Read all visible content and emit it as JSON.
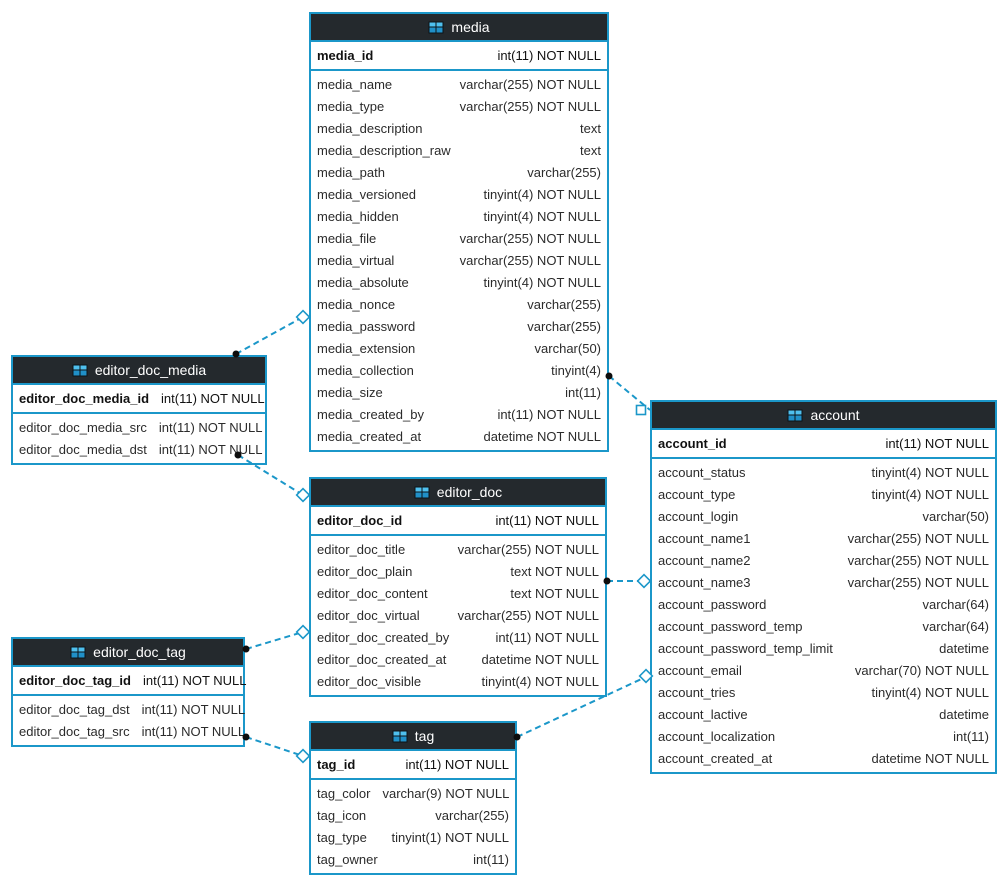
{
  "colors": {
    "accent": "#1b97c9",
    "header_bg": "#24292d",
    "header_text": "#ffffff",
    "row_text": "#2b2b2b",
    "endpoint_dot": "#0d0d0d",
    "endpoint_fill": "#ffffff"
  },
  "tables": [
    {
      "name": "media",
      "icon": "table-icon",
      "pk": {
        "name": "media_id",
        "type": "int(11) NOT NULL"
      },
      "columns": [
        {
          "name": "media_name",
          "type": "varchar(255) NOT NULL"
        },
        {
          "name": "media_type",
          "type": "varchar(255) NOT NULL"
        },
        {
          "name": "media_description",
          "type": "text"
        },
        {
          "name": "media_description_raw",
          "type": "text"
        },
        {
          "name": "media_path",
          "type": "varchar(255)"
        },
        {
          "name": "media_versioned",
          "type": "tinyint(4) NOT NULL"
        },
        {
          "name": "media_hidden",
          "type": "tinyint(4) NOT NULL"
        },
        {
          "name": "media_file",
          "type": "varchar(255) NOT NULL"
        },
        {
          "name": "media_virtual",
          "type": "varchar(255) NOT NULL"
        },
        {
          "name": "media_absolute",
          "type": "tinyint(4) NOT NULL"
        },
        {
          "name": "media_nonce",
          "type": "varchar(255)"
        },
        {
          "name": "media_password",
          "type": "varchar(255)"
        },
        {
          "name": "media_extension",
          "type": "varchar(50)"
        },
        {
          "name": "media_collection",
          "type": "tinyint(4)"
        },
        {
          "name": "media_size",
          "type": "int(11)"
        },
        {
          "name": "media_created_by",
          "type": "int(11) NOT NULL"
        },
        {
          "name": "media_created_at",
          "type": "datetime NOT NULL"
        }
      ]
    },
    {
      "name": "editor_doc_media",
      "icon": "table-icon",
      "pk": {
        "name": "editor_doc_media_id",
        "type": "int(11) NOT NULL"
      },
      "columns": [
        {
          "name": "editor_doc_media_src",
          "type": "int(11) NOT NULL"
        },
        {
          "name": "editor_doc_media_dst",
          "type": "int(11) NOT NULL"
        }
      ]
    },
    {
      "name": "account",
      "icon": "table-icon",
      "pk": {
        "name": "account_id",
        "type": "int(11) NOT NULL"
      },
      "columns": [
        {
          "name": "account_status",
          "type": "tinyint(4) NOT NULL"
        },
        {
          "name": "account_type",
          "type": "tinyint(4) NOT NULL"
        },
        {
          "name": "account_login",
          "type": "varchar(50)"
        },
        {
          "name": "account_name1",
          "type": "varchar(255) NOT NULL"
        },
        {
          "name": "account_name2",
          "type": "varchar(255) NOT NULL"
        },
        {
          "name": "account_name3",
          "type": "varchar(255) NOT NULL"
        },
        {
          "name": "account_password",
          "type": "varchar(64)"
        },
        {
          "name": "account_password_temp",
          "type": "varchar(64)"
        },
        {
          "name": "account_password_temp_limit",
          "type": "datetime"
        },
        {
          "name": "account_email",
          "type": "varchar(70) NOT NULL"
        },
        {
          "name": "account_tries",
          "type": "tinyint(4) NOT NULL"
        },
        {
          "name": "account_lactive",
          "type": "datetime"
        },
        {
          "name": "account_localization",
          "type": "int(11)"
        },
        {
          "name": "account_created_at",
          "type": "datetime NOT NULL"
        }
      ]
    },
    {
      "name": "editor_doc",
      "icon": "table-icon",
      "pk": {
        "name": "editor_doc_id",
        "type": "int(11) NOT NULL"
      },
      "columns": [
        {
          "name": "editor_doc_title",
          "type": "varchar(255) NOT NULL"
        },
        {
          "name": "editor_doc_plain",
          "type": "text NOT NULL"
        },
        {
          "name": "editor_doc_content",
          "type": "text NOT NULL"
        },
        {
          "name": "editor_doc_virtual",
          "type": "varchar(255) NOT NULL"
        },
        {
          "name": "editor_doc_created_by",
          "type": "int(11) NOT NULL"
        },
        {
          "name": "editor_doc_created_at",
          "type": "datetime NOT NULL"
        },
        {
          "name": "editor_doc_visible",
          "type": "tinyint(4) NOT NULL"
        }
      ]
    },
    {
      "name": "editor_doc_tag",
      "icon": "table-icon",
      "pk": {
        "name": "editor_doc_tag_id",
        "type": "int(11) NOT NULL"
      },
      "columns": [
        {
          "name": "editor_doc_tag_dst",
          "type": "int(11) NOT NULL"
        },
        {
          "name": "editor_doc_tag_src",
          "type": "int(11) NOT NULL"
        }
      ]
    },
    {
      "name": "tag",
      "icon": "table-icon",
      "pk": {
        "name": "tag_id",
        "type": "int(11) NOT NULL"
      },
      "columns": [
        {
          "name": "tag_color",
          "type": "varchar(9) NOT NULL"
        },
        {
          "name": "tag_icon",
          "type": "varchar(255)"
        },
        {
          "name": "tag_type",
          "type": "tinyint(1) NOT NULL"
        },
        {
          "name": "tag_owner",
          "type": "int(11)"
        }
      ]
    }
  ],
  "relations": [
    {
      "from": "editor_doc_media",
      "to": "media"
    },
    {
      "from": "editor_doc_media",
      "to": "editor_doc"
    },
    {
      "from": "editor_doc_tag",
      "to": "editor_doc"
    },
    {
      "from": "editor_doc_tag",
      "to": "tag"
    },
    {
      "from": "media",
      "to": "account"
    },
    {
      "from": "editor_doc",
      "to": "account"
    },
    {
      "from": "tag",
      "to": "account"
    }
  ]
}
